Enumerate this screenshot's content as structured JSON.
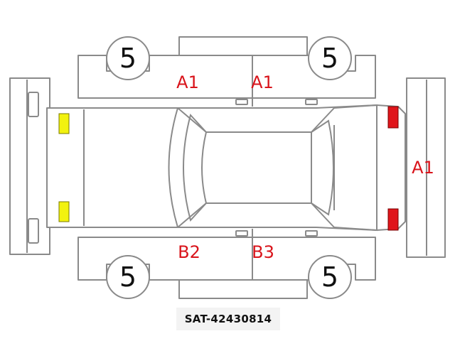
{
  "diagram": {
    "tyres": {
      "front_left": "5",
      "front_right": "5",
      "rear_left": "5",
      "rear_right": "5"
    },
    "damage_labels": {
      "left_front_door": "A1",
      "left_rear_door": "A1",
      "rear_panel": "A1",
      "right_front_door": "B2",
      "right_rear_door": "B3"
    },
    "colors": {
      "damage_text": "#d9141b",
      "rear_marker": "#e0151b",
      "front_marker": "#f2f20f",
      "outline": "#8a8a8a"
    },
    "caption": "SAT-42430814"
  }
}
